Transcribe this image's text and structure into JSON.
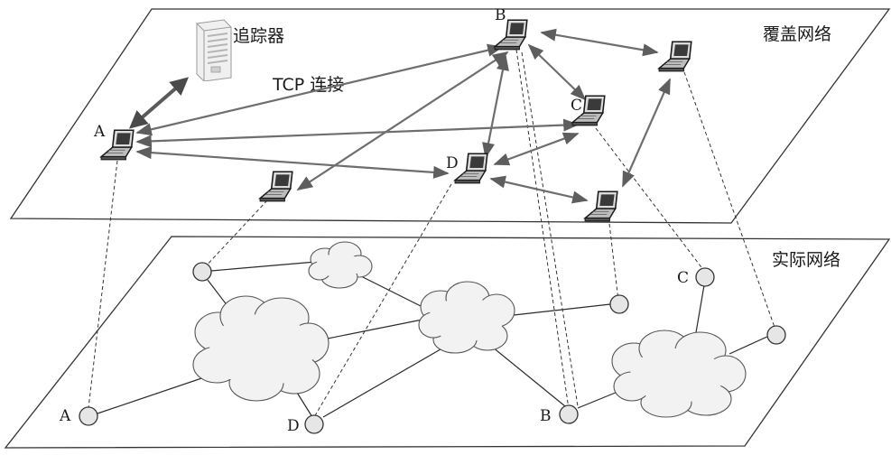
{
  "overlay_plane": {
    "label": "覆盖网络",
    "tracker_label": "追踪器",
    "tcp_label": "TCP 连接",
    "peers": [
      {
        "id": "A",
        "label": "A"
      },
      {
        "id": "B",
        "label": "B"
      },
      {
        "id": "C",
        "label": "C"
      },
      {
        "id": "D",
        "label": "D"
      },
      {
        "id": "E",
        "label": ""
      },
      {
        "id": "F",
        "label": ""
      },
      {
        "id": "G",
        "label": ""
      }
    ]
  },
  "physical_plane": {
    "label": "实际网络",
    "hosts": [
      {
        "id": "A",
        "label": "A"
      },
      {
        "id": "B",
        "label": "B"
      },
      {
        "id": "C",
        "label": "C"
      },
      {
        "id": "D",
        "label": "D"
      }
    ]
  },
  "colors": {
    "line": "#333333",
    "tcp_arrow": "#6e6e6e",
    "router_fill": "#e6e6e6",
    "cloud_fill": "#f2f2f2"
  }
}
